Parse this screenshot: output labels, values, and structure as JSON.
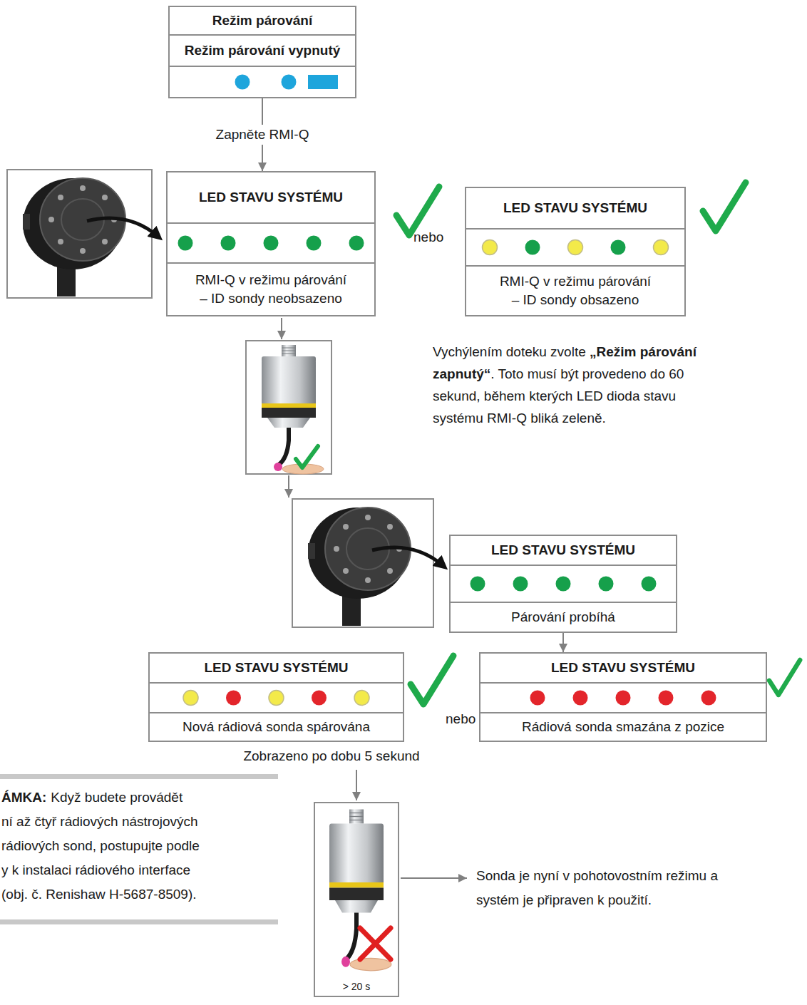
{
  "diagram": {
    "nodes": [
      {
        "text": [
          "Režim párování",
          "Režim párování vypnutý"
        ]
      },
      {
        "text": [
          "LED STAVU SYSTÉMU",
          "RMI-Q v režimu párování – ID sondy neobsazeno"
        ]
      },
      {
        "text": [
          "LED STAVU SYSTÉMU",
          "RMI-Q v režimu párování – ID sondy obsazeno"
        ]
      },
      {
        "text": [
          "LED STAVU SYSTÉMU",
          "Párování probíhá"
        ]
      },
      {
        "text": [
          "LED STAVU SYSTÉMU",
          "Nová rádiová sonda spárována"
        ]
      },
      {
        "text": [
          "LED STAVU SYSTÉMU",
          "Rádiová sonda smazána z pozice"
        ]
      },
      {
        "text": [
          "> 20 s"
        ]
      }
    ],
    "edges": [
      {
        "from": 0,
        "to": 1,
        "arrow": "to",
        "label": "Zapněte RMI-Q"
      },
      {
        "from": 3,
        "to": 5,
        "arrow": "to"
      }
    ],
    "labels": [
      "nebo",
      "Vychýlením doteku zvolte",
      "„Režim párování zapnutý“",
      ". Toto musí být provedeno do 60 sekund, během kterých LED dioda stavu systému RMI-Q bliká zeleně.",
      "nebo",
      "Zobrazeno po dobu 5 sekund",
      "ÁMKA:",
      "Když budete provádět",
      "ní až čtyř rádiových nástrojových",
      "rádiových sond, postupujte podle",
      "y k instalaci rádiového interface",
      "(obj. č. Renishaw H-5687-8509).",
      "Sonda je nyní v pohotovostním režimu a systém je připraven k použití."
    ]
  }
}
